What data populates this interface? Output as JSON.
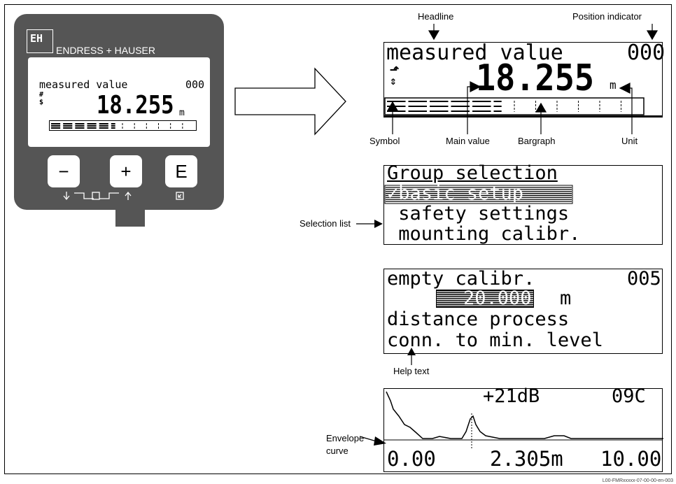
{
  "device": {
    "logo": "EH",
    "brand": "ENDRESS + HAUSER",
    "screen_headline": "measured value",
    "screen_position": "000",
    "screen_symbol": "#\n$",
    "screen_value": "18.255",
    "screen_unit": "m",
    "bargraph_fill": 0.45,
    "buttons": [
      "−",
      "+",
      "E"
    ]
  },
  "display1": {
    "headline": "measured value",
    "position": "000",
    "value": "18.255",
    "unit": "m",
    "bargraph_fill": 0.45,
    "labels": {
      "headline": "Headline",
      "position": "Position indicator",
      "symbol": "Symbol",
      "main_value": "Main value",
      "bargraph": "Bargraph",
      "unit": "Unit"
    }
  },
  "display2": {
    "lines": [
      "Group selection",
      "✓basic setup",
      " safety settings",
      " mounting calibr."
    ],
    "label": "Selection list"
  },
  "display3": {
    "headline": "empty calibr.",
    "position": "005",
    "value": "20.000",
    "unit": "m",
    "help_line1": "distance process",
    "help_line2": "conn. to min. level",
    "label": "Help text"
  },
  "display4": {
    "gain": "+21dB",
    "position": "09C",
    "x_min": "0.00",
    "x_mid": "2.305m",
    "x_max": "10.00",
    "label_line1": "Envelope",
    "label_line2": "curve"
  },
  "footer": "L00-FMRxxxxx-07-00-00-en-003"
}
